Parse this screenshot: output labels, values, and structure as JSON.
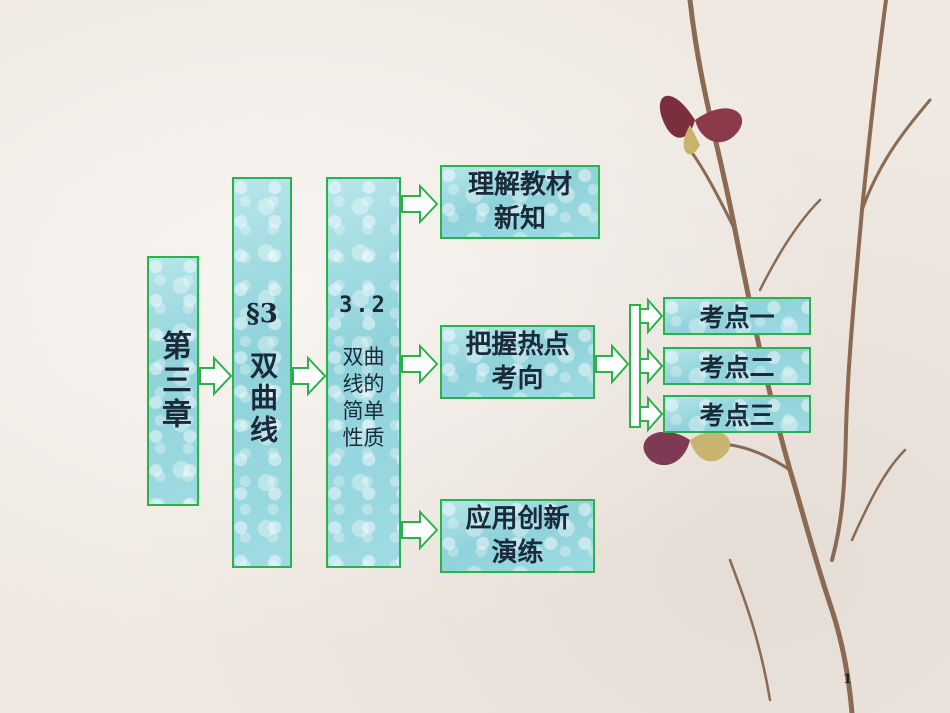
{
  "chapter": "第三章",
  "section": {
    "num": "§3",
    "title": "双曲线"
  },
  "subsection": {
    "num": "3.2",
    "title": "双曲线的简单性质"
  },
  "branches": [
    "理解教材新知",
    "把握热点考向",
    "应用创新演练"
  ],
  "points": [
    "考点一",
    "考点二",
    "考点三"
  ],
  "page_number": "1",
  "colors": {
    "box_border": "#2bb24c",
    "box_fill": "#9fdbe2",
    "text": "#1b2a3a"
  }
}
